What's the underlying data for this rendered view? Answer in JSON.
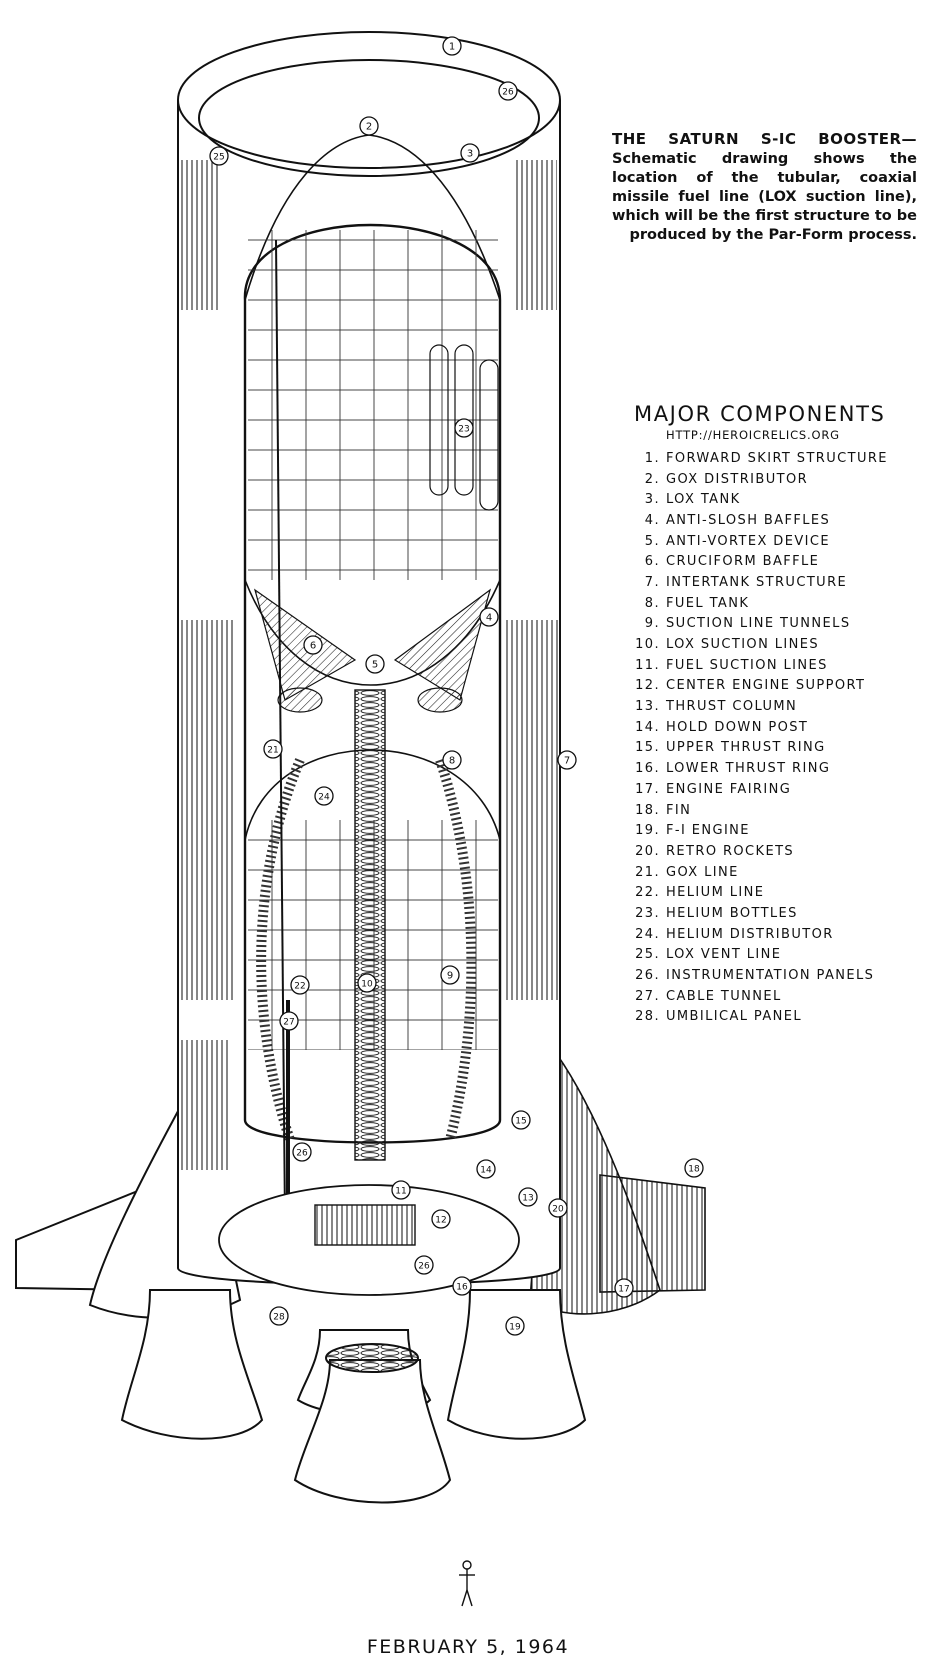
{
  "caption": {
    "title": "THE SATURN S-IC BOOSTER—",
    "body": "Schematic drawing shows the location of the tubular, coaxial missile fuel line (LOX suction line), which will be the first structure to be produced by the Par-Form process."
  },
  "components": {
    "heading": "MAJOR COMPONENTS",
    "source": "HTTP://HEROICRELICS.ORG",
    "items": [
      {
        "num": "1.",
        "label": "FORWARD SKIRT STRUCTURE"
      },
      {
        "num": "2.",
        "label": "GOX DISTRIBUTOR"
      },
      {
        "num": "3.",
        "label": "LOX TANK"
      },
      {
        "num": "4.",
        "label": "ANTI-SLOSH BAFFLES"
      },
      {
        "num": "5.",
        "label": "ANTI-VORTEX DEVICE"
      },
      {
        "num": "6.",
        "label": "CRUCIFORM BAFFLE"
      },
      {
        "num": "7.",
        "label": "INTERTANK STRUCTURE"
      },
      {
        "num": "8.",
        "label": "FUEL TANK"
      },
      {
        "num": "9.",
        "label": "SUCTION LINE TUNNELS"
      },
      {
        "num": "10.",
        "label": "LOX SUCTION LINES"
      },
      {
        "num": "11.",
        "label": "FUEL SUCTION LINES"
      },
      {
        "num": "12.",
        "label": "CENTER ENGINE SUPPORT"
      },
      {
        "num": "13.",
        "label": "THRUST COLUMN"
      },
      {
        "num": "14.",
        "label": "HOLD DOWN POST"
      },
      {
        "num": "15.",
        "label": "UPPER THRUST RING"
      },
      {
        "num": "16.",
        "label": "LOWER THRUST RING"
      },
      {
        "num": "17.",
        "label": "ENGINE FAIRING"
      },
      {
        "num": "18.",
        "label": "FIN"
      },
      {
        "num": "19.",
        "label": "F-I ENGINE"
      },
      {
        "num": "20.",
        "label": "RETRO ROCKETS"
      },
      {
        "num": "21.",
        "label": "GOX LINE"
      },
      {
        "num": "22.",
        "label": "HELIUM LINE"
      },
      {
        "num": "23.",
        "label": "HELIUM BOTTLES"
      },
      {
        "num": "24.",
        "label": "HELIUM DISTRIBUTOR"
      },
      {
        "num": "25.",
        "label": "LOX VENT LINE"
      },
      {
        "num": "26.",
        "label": "INSTRUMENTATION PANELS"
      },
      {
        "num": "27.",
        "label": "CABLE TUNNEL"
      },
      {
        "num": "28.",
        "label": "UMBILICAL PANEL"
      }
    ]
  },
  "callouts": [
    "1",
    "2",
    "3",
    "26",
    "25",
    "23",
    "4",
    "6",
    "5",
    "21",
    "8",
    "7",
    "24",
    "22",
    "10",
    "9",
    "27",
    "15",
    "26",
    "14",
    "11",
    "12",
    "13",
    "20",
    "18",
    "26",
    "16",
    "17",
    "28",
    "19"
  ],
  "date": "FEBRUARY 5, 1964",
  "colors": {
    "ink": "#111111",
    "paper": "#ffffff"
  }
}
